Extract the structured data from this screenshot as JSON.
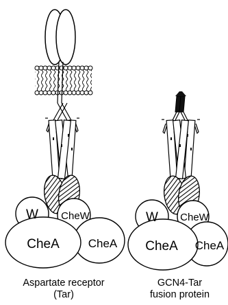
{
  "figure": {
    "left_caption": {
      "line1": "Aspartate receptor",
      "line2": "(Tar)"
    },
    "right_caption": {
      "line1": "GCN4-Tar",
      "line2": "fusion protein"
    },
    "labels": {
      "w": "W",
      "chew": "CheW",
      "chea": "CheA"
    },
    "colors": {
      "stroke": "#000000",
      "fill": "#ffffff",
      "gcn4_tip": "#111111"
    },
    "icons": [
      "lipid-bilayer-membrane",
      "periplasmic-domain-ovals",
      "hatched-signaling-domain",
      "gcn4-leucine-zipper-tip"
    ]
  }
}
